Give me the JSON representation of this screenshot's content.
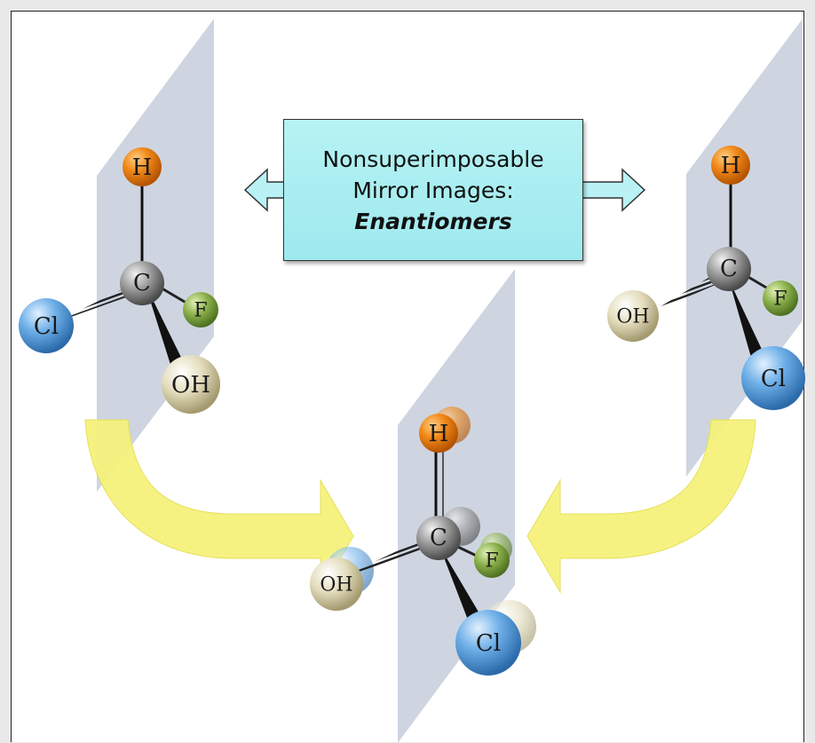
{
  "diagram": {
    "title_lines": [
      "Nonsuperimposable",
      "Mirror Images:"
    ],
    "title_emphasis": "Enantiomers",
    "atoms": {
      "hydrogen": "H",
      "carbon": "C",
      "fluorine": "F",
      "chlorine": "Cl",
      "hydroxyl": "OH"
    },
    "colors": {
      "hydrogen": "#ef7d0f",
      "carbon": "#9a9a9a",
      "fluorine": "#8ab04a",
      "chlorine": "#5aa0dc",
      "hydroxyl": "#e8e2c4",
      "mirror_plane": "#c3ccdb",
      "callout": "#a8eef1",
      "arrow": "#f4f27a"
    }
  }
}
